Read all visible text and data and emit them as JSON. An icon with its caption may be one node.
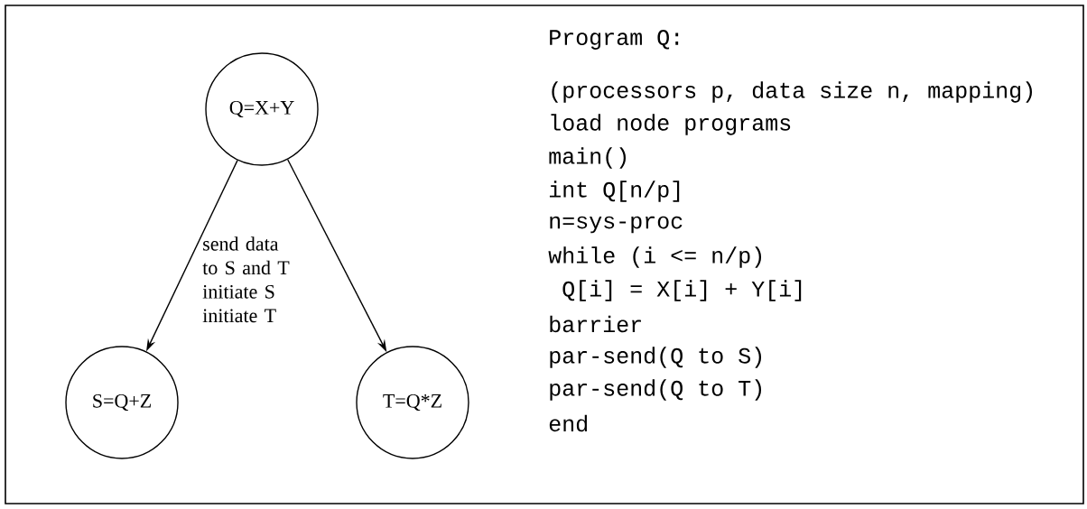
{
  "diagram": {
    "nodes": [
      {
        "text": [
          "Q=X+Y"
        ]
      },
      {
        "text": [
          "S=Q+Z"
        ]
      },
      {
        "text": [
          "T=Q*Z"
        ]
      }
    ],
    "edges": [
      {
        "from": 0,
        "to": 1,
        "arrow": "to"
      },
      {
        "from": 0,
        "to": 2,
        "arrow": "to"
      }
    ],
    "labels": [
      "send data to S and T initiate S initiate T",
      "Program Q:",
      "(processors p, data size n, mapping)",
      "load node programs",
      "main()",
      "int Q[n/p]",
      "n=sys-proc",
      "while (i <= n/p)",
      "Q[i] = X[i] + Y[i]",
      "barrier",
      "par-send(Q to S)",
      "par-send(Q to T)",
      "end"
    ]
  }
}
